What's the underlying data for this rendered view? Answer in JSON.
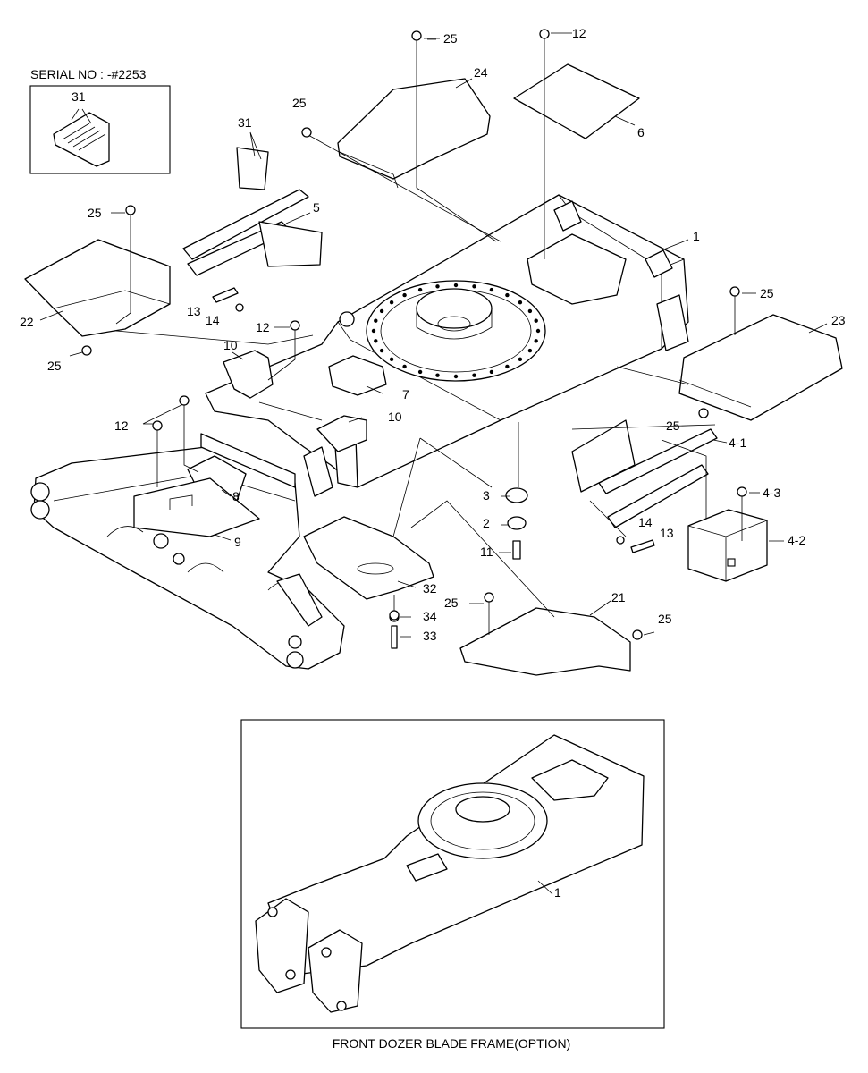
{
  "serial_note": "SERIAL NO : -#2253",
  "option_caption": "FRONT DOZER BLADE FRAME(OPTION)",
  "callouts": [
    {
      "id": "c-31-inset",
      "text": "31"
    },
    {
      "id": "c-31",
      "text": "31"
    },
    {
      "id": "c-25-a",
      "text": "25"
    },
    {
      "id": "c-12-a",
      "text": "12"
    },
    {
      "id": "c-24",
      "text": "24"
    },
    {
      "id": "c-6",
      "text": "6"
    },
    {
      "id": "c-25-b",
      "text": "25"
    },
    {
      "id": "c-5",
      "text": "5"
    },
    {
      "id": "c-25-c",
      "text": "25"
    },
    {
      "id": "c-1",
      "text": "1"
    },
    {
      "id": "c-25-d",
      "text": "25"
    },
    {
      "id": "c-23",
      "text": "23"
    },
    {
      "id": "c-22",
      "text": "22"
    },
    {
      "id": "c-13-a",
      "text": "13"
    },
    {
      "id": "c-14-a",
      "text": "14"
    },
    {
      "id": "c-12-b",
      "text": "12"
    },
    {
      "id": "c-25-e",
      "text": "25"
    },
    {
      "id": "c-10-a",
      "text": "10"
    },
    {
      "id": "c-7",
      "text": "7"
    },
    {
      "id": "c-10-b",
      "text": "10"
    },
    {
      "id": "c-12-c",
      "text": "12"
    },
    {
      "id": "c-25-f",
      "text": "25"
    },
    {
      "id": "c-4-1",
      "text": "4-1"
    },
    {
      "id": "c-8",
      "text": "8"
    },
    {
      "id": "c-3",
      "text": "3"
    },
    {
      "id": "c-4-3",
      "text": "4-3"
    },
    {
      "id": "c-2",
      "text": "2"
    },
    {
      "id": "c-14-b",
      "text": "14"
    },
    {
      "id": "c-13-b",
      "text": "13"
    },
    {
      "id": "c-4-2",
      "text": "4-2"
    },
    {
      "id": "c-9",
      "text": "9"
    },
    {
      "id": "c-11",
      "text": "11"
    },
    {
      "id": "c-32",
      "text": "32"
    },
    {
      "id": "c-25-g",
      "text": "25"
    },
    {
      "id": "c-21",
      "text": "21"
    },
    {
      "id": "c-25-h",
      "text": "25"
    },
    {
      "id": "c-34",
      "text": "34"
    },
    {
      "id": "c-33",
      "text": "33"
    },
    {
      "id": "c-1-option",
      "text": "1"
    }
  ]
}
